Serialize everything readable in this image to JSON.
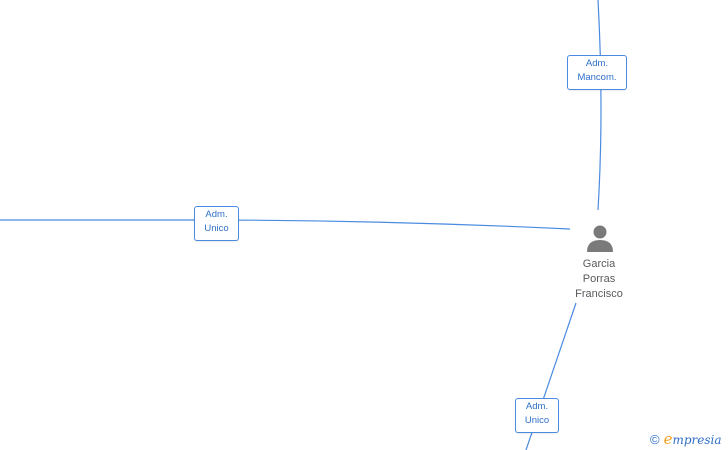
{
  "diagram": {
    "nodes": [
      {
        "id": "person",
        "name_lines": [
          "Garcia",
          "Porras",
          "Francisco"
        ],
        "icon": "person-icon"
      }
    ],
    "edges": [
      {
        "id": "edge-top",
        "label_lines": [
          "Adm.",
          "Mancom."
        ]
      },
      {
        "id": "edge-left",
        "label_lines": [
          "Adm.",
          "Unico"
        ]
      },
      {
        "id": "edge-bottom",
        "label_lines": [
          "Adm.",
          "Unico"
        ]
      }
    ],
    "colors": {
      "edge": "#4a8be0",
      "label_text": "#2e6fc8",
      "person_icon": "#7a7a7a",
      "person_text": "#5a5a5a"
    }
  },
  "watermark": {
    "symbol": "©",
    "brand_first": "e",
    "brand_rest": "mpresia"
  }
}
